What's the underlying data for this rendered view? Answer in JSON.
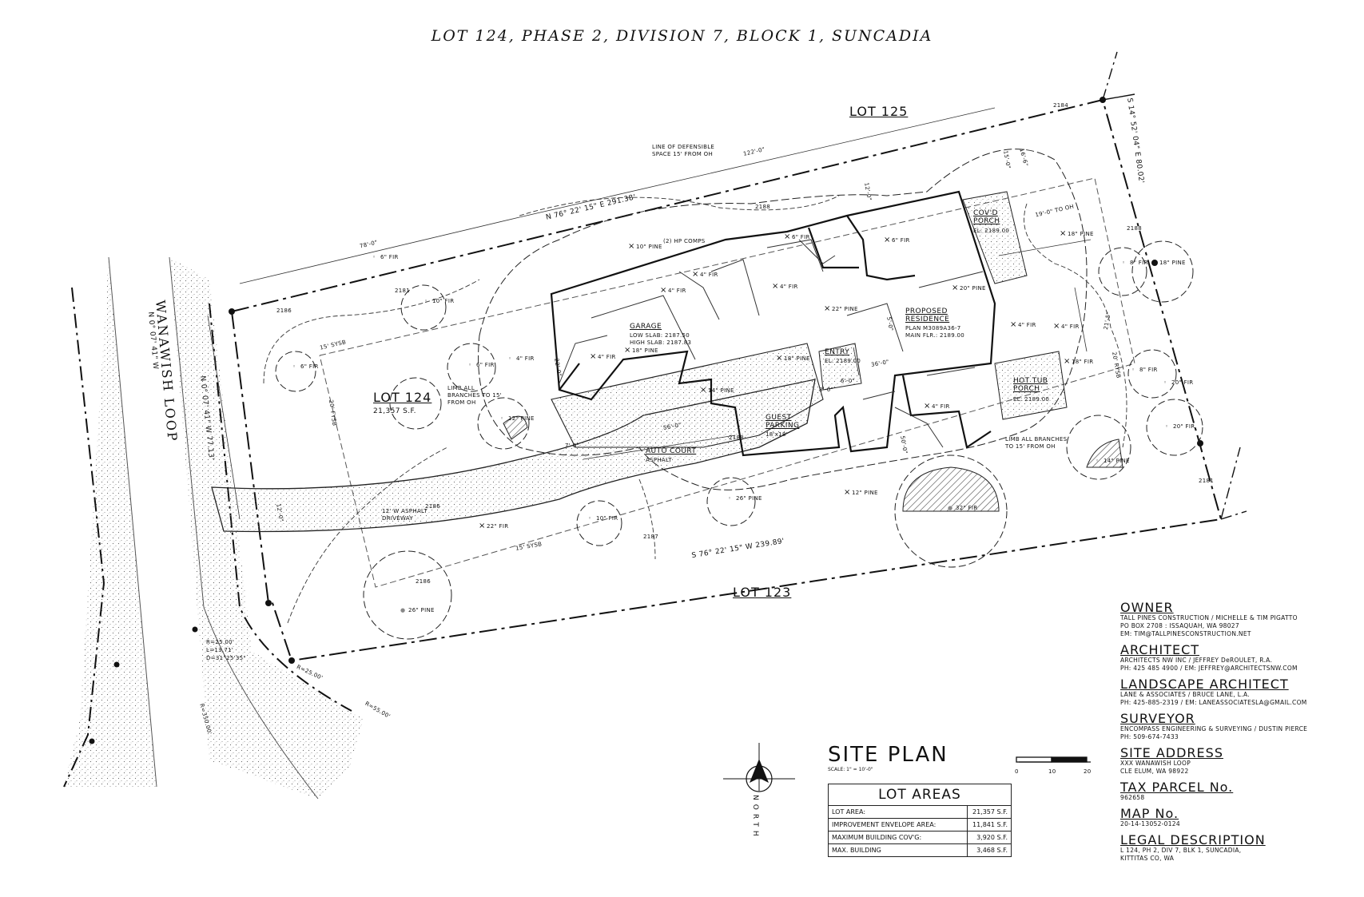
{
  "title": "LOT 124, PHASE 2, DIVISION 7, BLOCK 1, SUNCADIA",
  "lots": {
    "lot125": "LOT 125",
    "lot124": "LOT 124",
    "lot124_area": "21,357 S.F.",
    "lot123": "LOT 123"
  },
  "road": {
    "name": "WANAWISH LOOP",
    "bearing": "N 0° 07' 41\" W"
  },
  "bearings": {
    "north_line": "N 76° 22' 15\" E 291.38'",
    "south_line": "S 76° 22' 15\" W 239.89'",
    "east_line": "S 14° 52' 04\" E 80.02'",
    "west_line": "N 0° 07' 41\" W 77.13'"
  },
  "curves": {
    "c1_r": "R=25.00'",
    "c1_l": "L=13.71'",
    "c1_d": "D=31°25'35\"",
    "c2": "R=25.00'",
    "c3": "R=55.00'",
    "c4": "R=350.00'"
  },
  "plan_labels": {
    "garage": "GARAGE",
    "garage_slab1": "LOW SLAB: 2187.50",
    "garage_slab2": "HIGH SLAB: 2187.83",
    "residence": "PROPOSED RESIDENCE",
    "residence_plan": "PLAN M3089A36-7",
    "residence_flr": "MAIN FLR.: 2189.00",
    "entry": "ENTRY",
    "entry_el": "EL: 2189.00",
    "covd_porch": "COV'D PORCH",
    "covd_porch_el": "EL: 2189.00",
    "hottub_porch": "HOT TUB PORCH",
    "hottub_el": "EL: 2189.00",
    "guest_parking": "GUEST PARKING",
    "guest_parking_size": "18'x18'",
    "auto_court": "AUTO COURT",
    "auto_court_mat": "ASPHALT",
    "driveway": "12' W ASPHALT DRIVEWAY",
    "defensible": "LINE OF DEFENSIBLE SPACE 15' FROM OH",
    "limb1": "LIMB ALL BRANCHES TO 15' FROM OH",
    "limb2": "LIMB ALL BRANCHES TO 15' FROM OH",
    "hp_comps": "(2) HP COMPS",
    "sysb_n": "15' SYSB",
    "sysb_s": "15' SYSB",
    "sysb_w": "20' FYSB",
    "sysb_e": "20' RYSB",
    "dim_122": "122'-0\"",
    "dim_78": "78'-0\"",
    "dim_56": "56'-0\"",
    "dim_36": "36'-0\"",
    "dim_19": "19'-0\" TO OH",
    "dim_15": "15'-0\"",
    "dim_22": "22'-0\"",
    "dim_50": "50'-0\"",
    "dim_21": "21'-5\"",
    "dim_7": "7'-0\"",
    "dim_8": "8'-0\"",
    "dim_6": "6'-0\"",
    "dim_5": "5'-0\"",
    "dim_16": "16'-6\"",
    "dim_12": "12'-0\"",
    "dim_dw": "12'-0\""
  },
  "trees": [
    {
      "label": "6\" FIR"
    },
    {
      "label": "10\" FIR"
    },
    {
      "label": "6\" FIR"
    },
    {
      "label": "6\" FIR"
    },
    {
      "label": "4\" FIR"
    },
    {
      "label": "12\" PINE"
    },
    {
      "label": "22\" FIR"
    },
    {
      "label": "10\" FIR"
    },
    {
      "label": "26\" PINE"
    },
    {
      "label": "14\" PINE"
    },
    {
      "label": "26\" PINE"
    },
    {
      "label": "12\" PINE"
    },
    {
      "label": "32\" FIR"
    },
    {
      "label": "14\" PINE"
    },
    {
      "label": "20\" FIR"
    },
    {
      "label": "20\" FIR"
    },
    {
      "label": "8\" FIR"
    },
    {
      "label": "18\" FIR"
    },
    {
      "label": "8\" FIR"
    },
    {
      "label": "18\" PINE"
    },
    {
      "label": "10\" PINE"
    },
    {
      "label": "4\" FIR"
    },
    {
      "label": "18\" PINE"
    },
    {
      "label": "4\" FIR"
    },
    {
      "label": "4\" FIR"
    },
    {
      "label": "4\" FIR"
    },
    {
      "label": "6\" FIR"
    },
    {
      "label": "4\" FIR"
    },
    {
      "label": "22\" PINE"
    },
    {
      "label": "20\" PINE"
    },
    {
      "label": "6\" FIR"
    },
    {
      "label": "18\" PINE"
    },
    {
      "label": "4\" FIR"
    },
    {
      "label": "4\" FIR"
    },
    {
      "label": "18\" PINE"
    }
  ],
  "contours": [
    "2186",
    "2188",
    "2187",
    "2186",
    "2188",
    "2181",
    "2186",
    "2188",
    "2181",
    "2184"
  ],
  "north_label": "NORTH",
  "site_plan": {
    "title": "SITE PLAN",
    "scale": "SCALE: 1\" = 10'-0\"",
    "scale_ticks": [
      "0",
      "10",
      "20"
    ]
  },
  "lot_areas": {
    "title": "LOT AREAS",
    "rows": [
      {
        "label": "LOT AREA:",
        "value": "21,357 S.F."
      },
      {
        "label": "IMPROVEMENT ENVELOPE AREA:",
        "value": "11,841 S.F."
      },
      {
        "label": "MAXIMUM BUILDING COV'G:",
        "value": "3,920 S.F."
      },
      {
        "label": "MAX. BUILDING",
        "value": "3,468 S.F."
      }
    ]
  },
  "info": {
    "owner_h": "OWNER",
    "owner_l1": "TALL PINES CONSTRUCTION / MICHELLE & TIM PIGATTO",
    "owner_l2": "PO BOX 2708 : ISSAQUAH, WA 98027",
    "owner_l3": "EM: TIM@TALLPINESCONSTRUCTION.NET",
    "arch_h": "ARCHITECT",
    "arch_l1": "ARCHITECTS NW INC / JEFFREY DeROULET, R.A.",
    "arch_l2": "PH: 425 485 4900 / EM: JEFFREY@ARCHITECTSNW.COM",
    "land_h": "LANDSCAPE ARCHITECT",
    "land_l1": "LANE & ASSOCIATES / BRUCE LANE, L.A.",
    "land_l2": "PH: 425-885-2319 / EM: LANEASSOCIATESLA@GMAIL.COM",
    "surv_h": "SURVEYOR",
    "surv_l1": "ENCOMPASS ENGINEERING & SURVEYING / DUSTIN PIERCE",
    "surv_l2": "PH: 509-674-7433",
    "addr_h": "SITE ADDRESS",
    "addr_l1": "XXX WANAWISH LOOP",
    "addr_l2": "CLE ELUM, WA 98922",
    "tax_h": "TAX PARCEL No.",
    "tax_l1": "962658",
    "map_h": "MAP No.",
    "map_l1": "20-14-13052-0124",
    "legal_h": "LEGAL DESCRIPTION",
    "legal_l1": "L 124, PH 2, DIV 7, BLK 1, SUNCADIA,",
    "legal_l2": "KITTITAS CO, WA"
  }
}
